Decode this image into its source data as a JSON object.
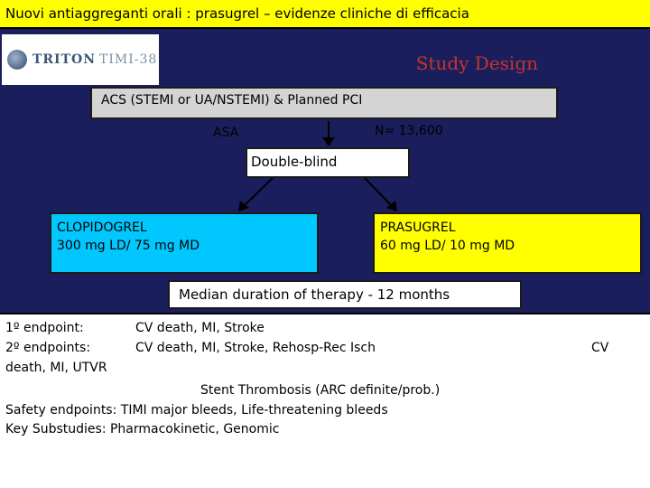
{
  "header": {
    "title": "Nuovi antiaggreganti orali : prasugrel – evidenze cliniche di efficacia"
  },
  "logo": {
    "name": "TRITON",
    "sub": "TIMI-38"
  },
  "slide": {
    "heading": "Study Design"
  },
  "diagram": {
    "population": "ACS (STEMI or UA/NSTEMI) & Planned PCI",
    "asa": "ASA",
    "n": "N= 13,600",
    "blinding": "Double-blind",
    "arm_left": {
      "line1": "CLOPIDOGREL",
      "line2": "300 mg LD/ 75 mg MD",
      "color": "#00c8ff"
    },
    "arm_right": {
      "line1": "PRASUGREL",
      "line2": "60 mg LD/ 10 mg MD",
      "color": "#ffff00"
    },
    "duration": "Median duration of therapy - 12 months"
  },
  "endpoints": {
    "primary_label": "1º endpoint:",
    "primary_value": "CV death, MI, Stroke",
    "secondary_label": "2º endpoints:",
    "secondary_value": "CV death, MI, Stroke, Rehosp-Rec Isch",
    "secondary_tail": "CV",
    "secondary_cont": "death, MI, UTVR",
    "stent": "Stent Thrombosis (ARC definite/prob.)",
    "safety": "Safety endpoints:  TIMI major bleeds, Life-threatening bleeds",
    "substudies": "Key Substudies:  Pharmacokinetic, Genomic"
  },
  "colors": {
    "background": "#1b1e5c",
    "header": "#ffff00",
    "heading": "#c8342a"
  }
}
